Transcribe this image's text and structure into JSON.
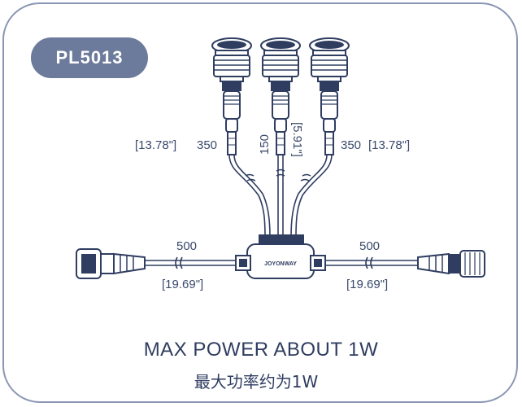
{
  "product_code": "PL5013",
  "dimensions": {
    "left_cable": {
      "mm": "350",
      "inch": "[13.78\"]"
    },
    "center_cable": {
      "mm": "150",
      "inch": "[5.91\"]"
    },
    "right_cable": {
      "mm": "350",
      "inch": "[13.78\"]"
    },
    "left_main": {
      "mm": "500",
      "inch": "[19.69\"]"
    },
    "right_main": {
      "mm": "500",
      "inch": "[19.69\"]"
    }
  },
  "hub_brand": "JOYONWAY",
  "caption_en": "MAX POWER ABOUT 1W",
  "caption_zh": "最大功率约为1W",
  "colors": {
    "badge": "#6c7a9b",
    "line": "#2f3d60",
    "border": "#8a96b3"
  }
}
